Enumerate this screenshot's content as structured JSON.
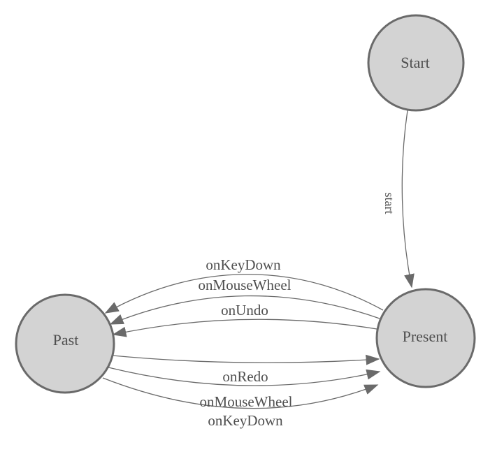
{
  "diagram": {
    "type": "state-machine",
    "colors": {
      "background": "#ffffff",
      "node_fill": "#d3d3d3",
      "node_stroke": "#6a6a6a",
      "edge_stroke": "#6a6a6a",
      "arrow_fill": "#6a6a6a",
      "label_text": "#4f4f4f"
    },
    "nodes": [
      {
        "id": "start",
        "label": "Start"
      },
      {
        "id": "present",
        "label": "Present"
      },
      {
        "id": "past",
        "label": "Past"
      }
    ],
    "edges": [
      {
        "from": "Start",
        "to": "Present",
        "label": "start"
      },
      {
        "from": "Present",
        "to": "Past",
        "label": "onKeyDown"
      },
      {
        "from": "Present",
        "to": "Past",
        "label": "onMouseWheel"
      },
      {
        "from": "Present",
        "to": "Past",
        "label": "onUndo"
      },
      {
        "from": "Past",
        "to": "Present",
        "label": "onRedo"
      },
      {
        "from": "Past",
        "to": "Present",
        "label": "onMouseWheel"
      },
      {
        "from": "Past",
        "to": "Present",
        "label": "onKeyDown"
      }
    ]
  }
}
